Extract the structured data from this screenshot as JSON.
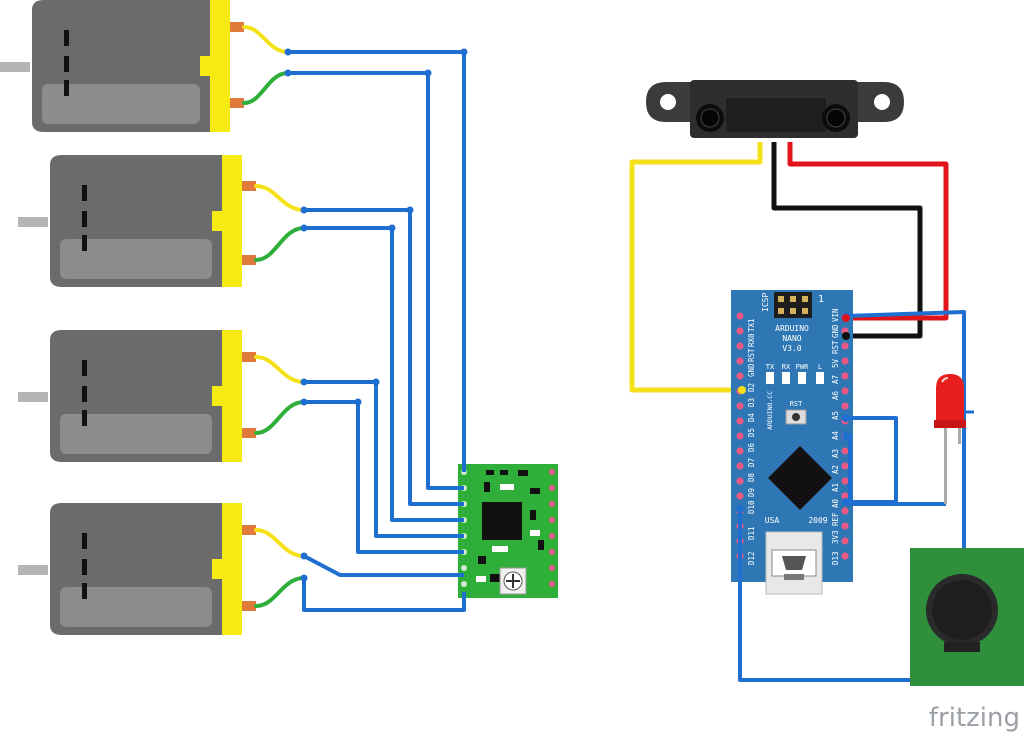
{
  "colors": {
    "wire_blue": "#1f6fd1",
    "wire_yellow": "#f5e11a",
    "wire_red": "#e0141b",
    "wire_black": "#101010",
    "wire_green": "#2fae3a",
    "motor_body": "#6b6b6b",
    "motor_cap": "#f5ea12",
    "arduino_pcb": "#2f77b4",
    "driver_pcb": "#2fae3a",
    "buzzer_pcb": "#2f8f3a",
    "led": "#e81e1e"
  },
  "arduino": {
    "board_name": "ARDUINO",
    "model": "NANO",
    "version": "V3.0",
    "icsp_label": "ICSP",
    "icsp_pin1": "1",
    "country": "USA",
    "year": "2009",
    "rst_button_label": "RST",
    "leds": [
      "TX",
      "RX",
      "PWR",
      "L"
    ],
    "side_label": "ARDUINO.CC",
    "pins_left": [
      "TX1",
      "RX0",
      "RST",
      "GND",
      "D2",
      "D3",
      "D4",
      "D5",
      "D6",
      "D7",
      "D8",
      "D9",
      "D10",
      "D11",
      "D12"
    ],
    "pins_right": [
      "VIN",
      "GND",
      "RST",
      "5V",
      "A7",
      "A6",
      "A5",
      "A4",
      "A3",
      "A2",
      "A1",
      "A0",
      "REF",
      "3V3",
      "D13"
    ]
  },
  "footer": {
    "brand": "fritzing"
  }
}
